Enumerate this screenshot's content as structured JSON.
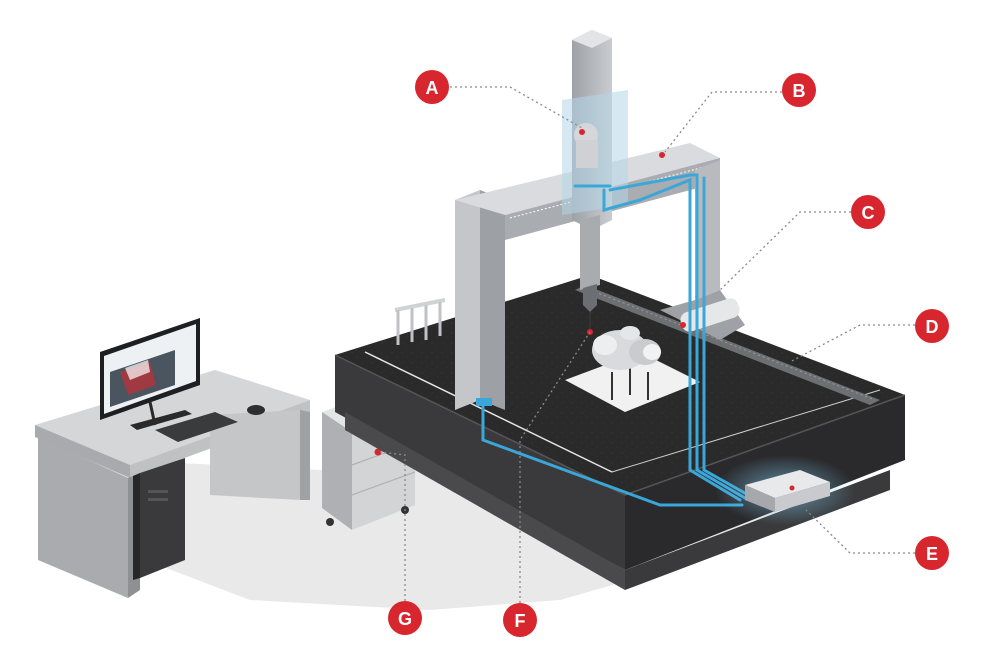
{
  "colors": {
    "accent_red": "#d7262e",
    "cable_blue": "#3aa7d8",
    "granite": "#2b2b2b",
    "metal": "#b9bcc0"
  },
  "callouts": [
    {
      "id": "A",
      "label": "A"
    },
    {
      "id": "B",
      "label": "B"
    },
    {
      "id": "C",
      "label": "C"
    },
    {
      "id": "D",
      "label": "D"
    },
    {
      "id": "E",
      "label": "E"
    },
    {
      "id": "F",
      "label": "F"
    },
    {
      "id": "G",
      "label": "G"
    }
  ]
}
